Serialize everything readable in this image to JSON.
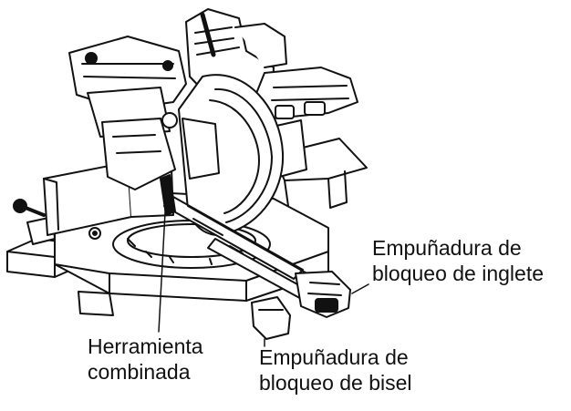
{
  "labels": {
    "miter_lock": {
      "line1": "Empuñadura de",
      "line2": "bloqueo de inglete"
    },
    "combination_tool": {
      "line1": "Herramienta",
      "line2": "combinada"
    },
    "bevel_lock": {
      "line1": "Empuñadura de",
      "line2": "bloqueo de bisel"
    }
  },
  "colors": {
    "ink": "#111111",
    "paper": "#ffffff"
  }
}
